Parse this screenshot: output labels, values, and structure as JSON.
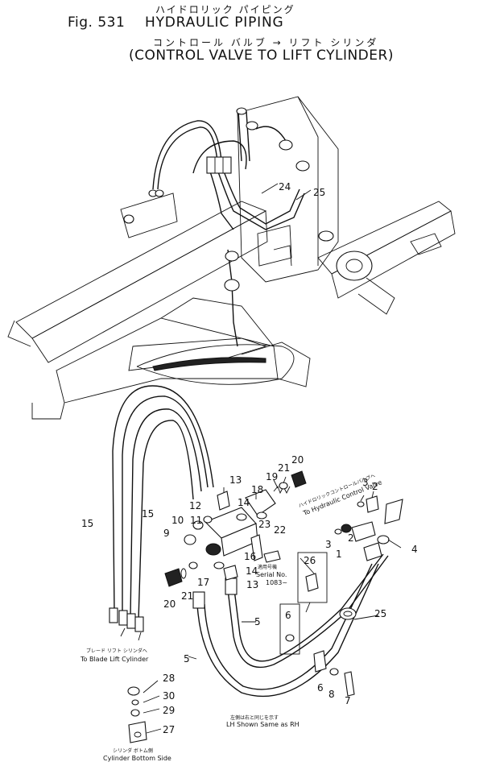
{
  "header": {
    "fig_no": "Fig. 531",
    "title_jp": "ハイドロリック パイピング",
    "title": "HYDRAULIC PIPING",
    "subtitle_jp": "コントロール バルブ → リフト シリンダ",
    "subtitle": "(CONTROL VALVE TO LIFT CYLINDER)"
  },
  "callouts": [
    {
      "id": "c24",
      "text": "24"
    },
    {
      "id": "c25a",
      "text": "25"
    },
    {
      "id": "c20a",
      "text": "20"
    },
    {
      "id": "c21a",
      "text": "21"
    },
    {
      "id": "c19",
      "text": "19"
    },
    {
      "id": "c18",
      "text": "18"
    },
    {
      "id": "c13a",
      "text": "13"
    },
    {
      "id": "c14a",
      "text": "14"
    },
    {
      "id": "c12",
      "text": "12"
    },
    {
      "id": "c11",
      "text": "11"
    },
    {
      "id": "c10",
      "text": "10"
    },
    {
      "id": "c9",
      "text": "9"
    },
    {
      "id": "c15a",
      "text": "15"
    },
    {
      "id": "c15b",
      "text": "15"
    },
    {
      "id": "c23",
      "text": "23"
    },
    {
      "id": "c22",
      "text": "22"
    },
    {
      "id": "c16",
      "text": "16"
    },
    {
      "id": "c14b",
      "text": "14"
    },
    {
      "id": "c17",
      "text": "17"
    },
    {
      "id": "c13b",
      "text": "13"
    },
    {
      "id": "c20b",
      "text": "20"
    },
    {
      "id": "c21b",
      "text": "21"
    },
    {
      "id": "c3a",
      "text": "3"
    },
    {
      "id": "c2a",
      "text": "2"
    },
    {
      "id": "c3b",
      "text": "3"
    },
    {
      "id": "c1",
      "text": "1"
    },
    {
      "id": "c2b",
      "text": "2"
    },
    {
      "id": "c4",
      "text": "4"
    },
    {
      "id": "c26",
      "text": "26"
    },
    {
      "id": "c5a",
      "text": "5"
    },
    {
      "id": "c6a",
      "text": "6"
    },
    {
      "id": "c25b",
      "text": "25"
    },
    {
      "id": "c5b",
      "text": "5"
    },
    {
      "id": "c6b",
      "text": "6"
    },
    {
      "id": "c8",
      "text": "8"
    },
    {
      "id": "c7",
      "text": "7"
    },
    {
      "id": "c28",
      "text": "28"
    },
    {
      "id": "c30",
      "text": "30"
    },
    {
      "id": "c29",
      "text": "29"
    },
    {
      "id": "c27",
      "text": "27"
    }
  ],
  "labels": {
    "to_control_valve_jp": "ハイドロリックコントロールバルブへ",
    "to_control_valve": "To Hydraulic Control Valve",
    "serial_jp": "適用号機",
    "serial": "Serial No.",
    "serial_range": "1083~",
    "blade_jp": "ブレード リフト シリンダへ",
    "blade": "To Blade Lift Cylinder",
    "lh_jp": "左側は右と同じを示す",
    "lh": "LH Shown Same as RH",
    "bottom_jp": "シリンダ ボトム側",
    "bottom": "Cylinder Bottom Side"
  }
}
